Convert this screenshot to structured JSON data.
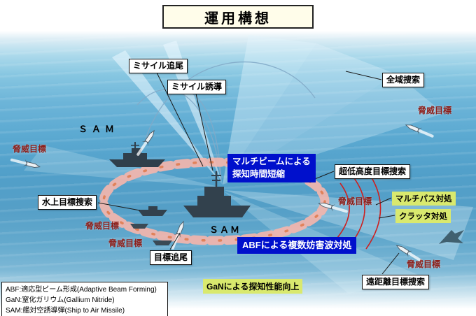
{
  "title": "運用構想",
  "callouts": {
    "missile_tracking": "ミサイル追尾",
    "missile_guidance": "ミサイル誘導",
    "all_area_search": "全域捜索",
    "ultra_low_altitude_target_search": "超低高度目標捜索",
    "surface_target_search": "水上目標捜索",
    "target_tracking": "目標追尾",
    "long_range_target_search": "遠距離目標捜索"
  },
  "feature_boxes": {
    "multibeam_line1": "マルチビームによる",
    "multibeam_line2": "探知時間短縮",
    "abf_jamming": "ABFによる複数妨害波対処",
    "multipath": "マルチパス対処",
    "clutter": "クラッタ対処",
    "gan_detection": "GaNによる探知性能向上"
  },
  "scene": {
    "sam_left": "ＳＡＭ",
    "sam_center": "ＳＡＭ",
    "threat_targets": [
      {
        "id": "top-right",
        "label": "脅威目標"
      },
      {
        "id": "left-upper",
        "label": "脅威目標"
      },
      {
        "id": "ring-right",
        "label": "脅威目標"
      },
      {
        "id": "left-middle",
        "label": "脅威目標"
      },
      {
        "id": "left-lower",
        "label": "脅威目標"
      },
      {
        "id": "bottom-right",
        "label": "脅威目標"
      }
    ]
  },
  "legend": {
    "abf": "ABF:適応型ビーム形成(Adaptive Beam Forming)",
    "gan": "GaN:窒化ガリウム(Gallium Nitride)",
    "sam": "SAM:艦対空誘導弾(Ship to Air Missile)"
  },
  "colors": {
    "highlight_blue": "#0010cc",
    "highlight_green": "#d9e96e",
    "threat_red": "#8c1d18",
    "ring_pink": "#f3b5ac",
    "title_bg": "#fffdea",
    "ocean_blue": "#519fc9"
  }
}
